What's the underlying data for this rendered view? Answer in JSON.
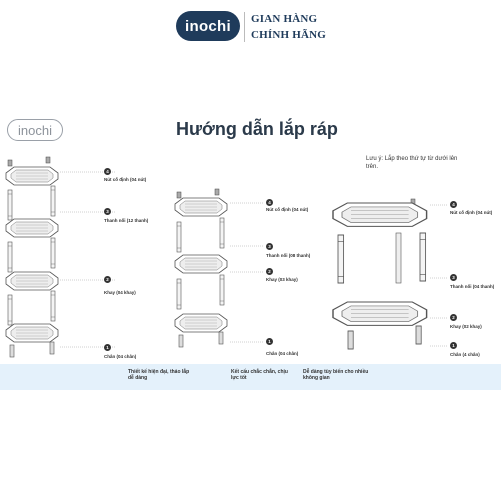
{
  "header": {
    "logo_text": "inochi",
    "brand_line1": "GIAN HÀNG",
    "brand_line2": "CHÍNH HÃNG"
  },
  "secondary_logo": "inochi",
  "title": "Hướng dẫn lắp ráp",
  "note": "Lưu ý: Lắp theo thứ tự từ dưới lên trên.",
  "diagram1": {
    "labels": [
      {
        "step": "4",
        "text": "Nút cố định (04 nút)"
      },
      {
        "step": "3",
        "text": "Thanh nối (12 thanh)"
      },
      {
        "step": "2",
        "text": "Khay (04 khay)"
      },
      {
        "step": "1",
        "text": "Chân (04 chân)"
      }
    ]
  },
  "diagram2": {
    "labels": [
      {
        "step": "4",
        "text": "Nút cố định (04 nút)"
      },
      {
        "step": "3",
        "text": "Thanh nối (08 thanh)"
      },
      {
        "step": "2",
        "text": "Khay (03 khay)"
      },
      {
        "step": "1",
        "text": "Chân (04 chân)"
      }
    ]
  },
  "diagram3": {
    "labels": [
      {
        "step": "4",
        "text": "Nút cố định (04 nút)"
      },
      {
        "step": "3",
        "text": "Thanh nối (04 thanh)"
      },
      {
        "step": "2",
        "text": "Khay (02 khay)"
      },
      {
        "step": "1",
        "text": "Chân (4 chân)"
      }
    ]
  },
  "features": [
    {
      "line1": "Thiết kế hiện đại, tháo lắp",
      "line2": "dễ dàng"
    },
    {
      "line1": "Kết cấu chắc chắn, chịu",
      "line2": "lực tốt"
    },
    {
      "line1": "Dễ dàng tùy biến cho nhiều",
      "line2": "không gian"
    }
  ]
}
